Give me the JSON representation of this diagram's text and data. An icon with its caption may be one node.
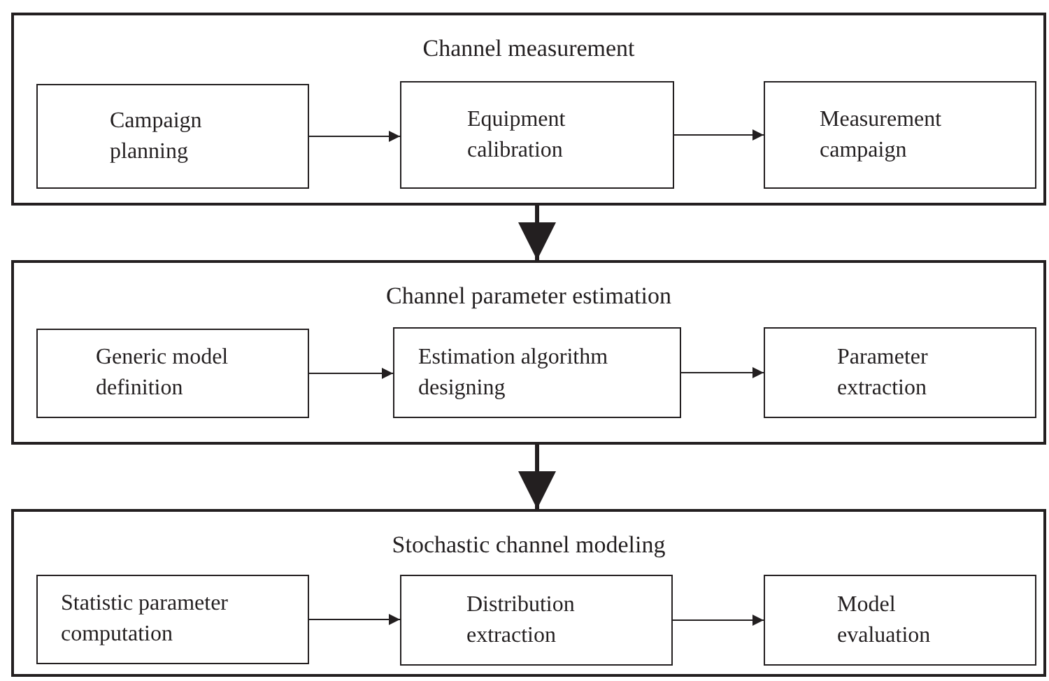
{
  "diagram": {
    "nodes": [
      {
        "text": [
          "Channel measurement"
        ]
      },
      {
        "text": [
          "Campaign planning"
        ],
        "in": 0
      },
      {
        "text": [
          "Equipment calibration"
        ],
        "in": 0
      },
      {
        "text": [
          "Measurement campaign"
        ],
        "in": 0
      },
      {
        "text": [
          "Channel parameter estimation"
        ]
      },
      {
        "text": [
          "Generic model definition"
        ],
        "in": 4
      },
      {
        "text": [
          "Estimation algorithm designing"
        ],
        "in": 4
      },
      {
        "text": [
          "Parameter extraction"
        ],
        "in": 4
      },
      {
        "text": [
          "Stochastic channel modeling"
        ]
      },
      {
        "text": [
          "Statistic parameter computation"
        ],
        "in": 8
      },
      {
        "text": [
          "Distribution extraction"
        ],
        "in": 8
      },
      {
        "text": [
          "Model evaluation"
        ],
        "in": 8
      }
    ],
    "edges": [
      {
        "from": 1,
        "to": 2,
        "arrow": "to"
      },
      {
        "from": 2,
        "to": 3,
        "arrow": "to"
      },
      {
        "from": 0,
        "to": 4,
        "arrow": "to",
        "style": "thick"
      },
      {
        "from": 5,
        "to": 6,
        "arrow": "to"
      },
      {
        "from": 6,
        "to": 7,
        "arrow": "to"
      },
      {
        "from": 4,
        "to": 8,
        "arrow": "to",
        "style": "thick"
      },
      {
        "from": 9,
        "to": 10,
        "arrow": "to"
      },
      {
        "from": 10,
        "to": 11,
        "arrow": "to"
      }
    ]
  }
}
